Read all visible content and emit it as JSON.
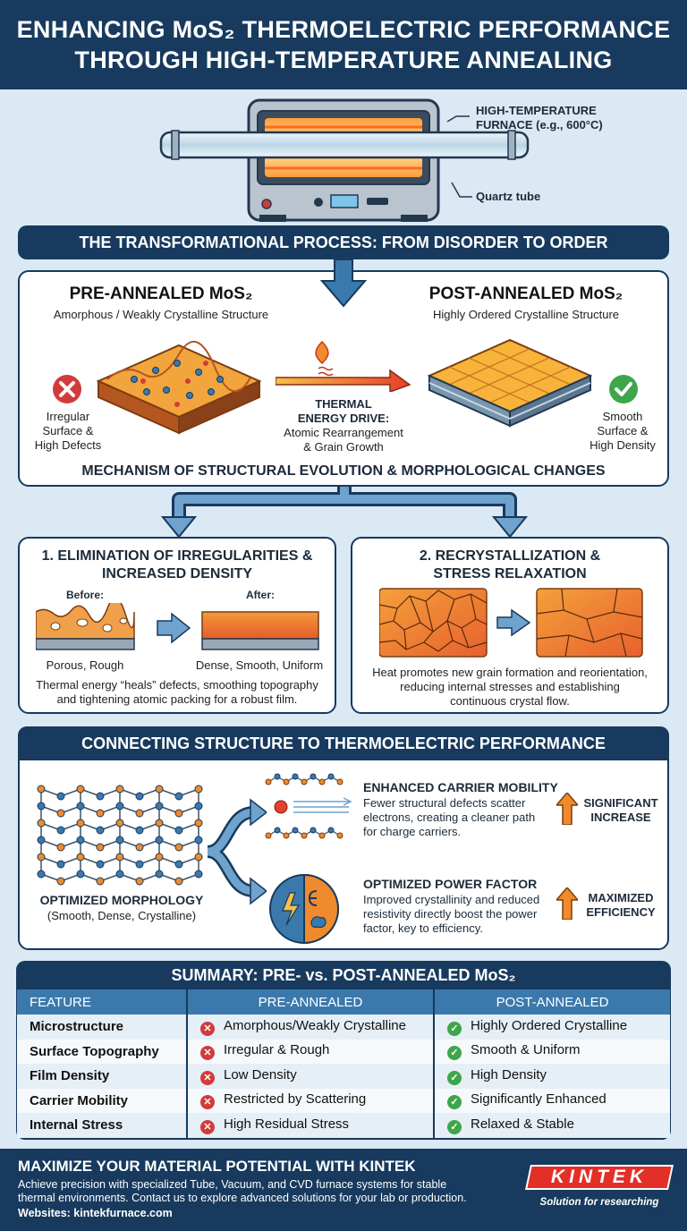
{
  "header": {
    "title_line1": "ENHANCING MoS₂ THERMOELECTRIC PERFORMANCE",
    "title_line2": "THROUGH HIGH-TEMPERATURE ANNEALING"
  },
  "furnace": {
    "label_line1": "HIGH-TEMPERATURE",
    "label_line2": "FURNACE (e.g., 600°C)",
    "tube_label": "Quartz tube"
  },
  "process": {
    "banner": "THE TRANSFORMATIONAL PROCESS: FROM DISORDER TO ORDER",
    "pre_title": "PRE-ANNEALED MoS₂",
    "pre_subtitle": "Amorphous / Weakly Crystalline Structure",
    "pre_note": [
      "Irregular",
      "Surface &",
      "High Defects"
    ],
    "post_title": "POST-ANNEALED MoS₂",
    "post_subtitle": "Highly Ordered Crystalline Structure",
    "post_note": [
      "Smooth",
      "Surface &",
      "High Density"
    ],
    "drive_title_line1": "THERMAL",
    "drive_title_line2": "ENERGY DRIVE:",
    "drive_desc_line1": "Atomic Rearrangement",
    "drive_desc_line2": "& Grain Growth",
    "mechanism": "MECHANISM OF STRUCTURAL EVOLUTION & MORPHOLOGICAL CHANGES"
  },
  "elimination": {
    "title_line1": "1. ELIMINATION OF IRREGULARITIES &",
    "title_line2": "INCREASED DENSITY",
    "before": "Before:",
    "after": "After:",
    "before_caption": "Porous, Rough",
    "after_caption": "Dense, Smooth, Uniform",
    "desc_line1": "Thermal energy “heals” defects, smoothing topography",
    "desc_line2": "and tightening atomic packing for a robust film."
  },
  "recrystallization": {
    "title_line1": "2. RECRYSTALLIZATION &",
    "title_line2": "STRESS RELAXATION",
    "desc_line1": "Heat promotes new grain formation and reorientation,",
    "desc_line2": "reducing internal stresses and establishing",
    "desc_line3": "continuous crystal flow."
  },
  "performance": {
    "banner": "CONNECTING STRUCTURE TO THERMOELECTRIC PERFORMANCE",
    "morph_title": "OPTIMIZED MORPHOLOGY",
    "morph_sub": "(Smooth, Dense, Crystalline)",
    "mobility_title": "ENHANCED CARRIER MOBILITY",
    "mobility_desc": [
      "Fewer structural defects scatter",
      "electrons, creating a cleaner path",
      "for charge carriers."
    ],
    "mobility_result": [
      "SIGNIFICANT",
      "INCREASE"
    ],
    "power_title": "OPTIMIZED POWER FACTOR",
    "power_desc": [
      "Improved crystallinity and reduced",
      "resistivity directly boost the power",
      "factor, key to efficiency."
    ],
    "power_result": [
      "MAXIMIZED",
      "EFFICIENCY"
    ]
  },
  "summary": {
    "title": "SUMMARY: PRE- vs. POST-ANNEALED MoS₂",
    "headers": [
      "FEATURE",
      "PRE-ANNEALED",
      "POST-ANNEALED"
    ],
    "rows": [
      [
        "Microstructure",
        "Amorphous/Weakly Crystalline",
        "Highly Ordered Crystalline"
      ],
      [
        "Surface Topography",
        "Irregular & Rough",
        "Smooth & Uniform"
      ],
      [
        "Film Density",
        "Low Density",
        "High Density"
      ],
      [
        "Carrier Mobility",
        "Restricted by Scattering",
        "Significantly Enhanced"
      ],
      [
        "Internal Stress",
        "High Residual Stress",
        "Relaxed & Stable"
      ]
    ]
  },
  "footer": {
    "title": "MAXIMIZE YOUR MATERIAL POTENTIAL WITH KINTEK",
    "line1": "Achieve precision with specialized Tube, Vacuum, and CVD furnace systems for stable",
    "line2": "thermal environments. Contact us to explore advanced solutions for your lab or production.",
    "website": "Websites: kintekfurnace.com",
    "logo": "KINTEK",
    "tagline": "Solution for researching"
  },
  "colors": {
    "navy": "#173a5e",
    "orange": "#f08a2c",
    "red": "#d23b3b",
    "green": "#3ea64a",
    "blue": "#3b79ad"
  }
}
